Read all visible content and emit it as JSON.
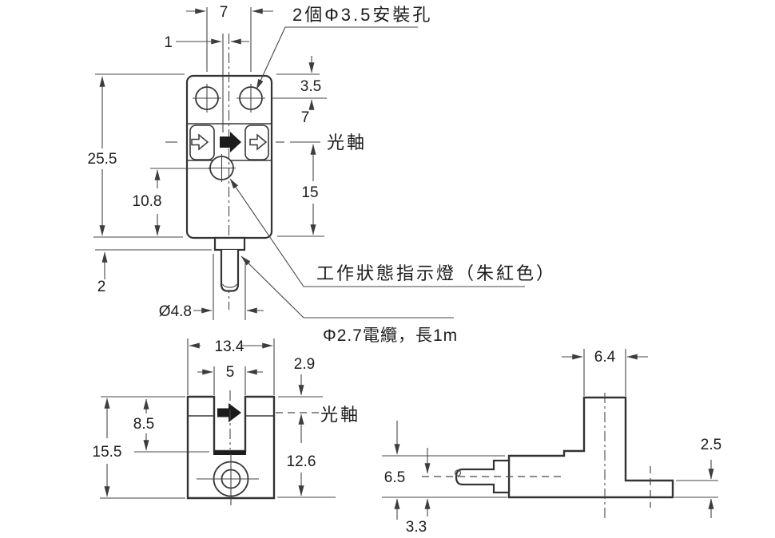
{
  "front_view": {
    "dim_hole_spacing": "7",
    "dim_axis_offset": "1",
    "label_mounting_holes": "2個Φ3.5安裝孔",
    "dim_top_to_hole_center": "3.5",
    "dim_hole_to_axis": "7",
    "label_optical_axis": "光軸",
    "dim_axis_to_bottom": "15",
    "dim_total_height": "25.5",
    "dim_indicator_to_bottom": "10.8",
    "dim_gland_length": "2",
    "dim_gland_diameter": "Ø4.8",
    "label_indicator_light": "工作狀態指示燈（朱紅色）",
    "label_cable": "Φ2.7電纜，長1m"
  },
  "top_view": {
    "dim_total_width": "13.4",
    "dim_slot_width": "5",
    "dim_top_to_axis": "2.9",
    "label_optical_axis": "光軸",
    "dim_slot_depth": "8.5",
    "dim_total_height": "15.5",
    "dim_axis_to_bottom": "12.6"
  },
  "side_view": {
    "dim_prong_width": "6.4",
    "dim_foot_height": "2.5",
    "dim_body_thickness": "6.5",
    "dim_axis_to_bottom": "3.3"
  }
}
